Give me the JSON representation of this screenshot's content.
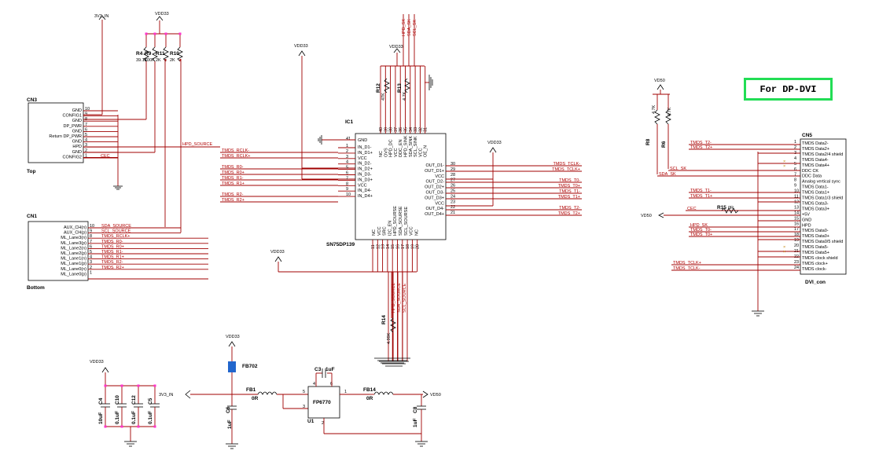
{
  "title_label": "For DP-DVI",
  "connectors": {
    "cn3": {
      "ref": "CN3",
      "side": "Top",
      "pins": [
        {
          "name": "GND",
          "num": "10"
        },
        {
          "name": "CONFIG1",
          "num": "9"
        },
        {
          "name": "GND",
          "num": "8"
        },
        {
          "name": "DP_PWR",
          "num": "7"
        },
        {
          "name": "GND",
          "num": "6"
        },
        {
          "name": "Return DP_PWR",
          "num": "5"
        },
        {
          "name": "GND",
          "num": "4"
        },
        {
          "name": "HPD",
          "num": "3"
        },
        {
          "name": "GND",
          "num": "2"
        },
        {
          "name": "CONFIG2",
          "num": "1"
        }
      ]
    },
    "cn1": {
      "ref": "CN1",
      "side": "Bottom",
      "pins": [
        {
          "name": "AUX_CH(n)",
          "num": "10"
        },
        {
          "name": "AUX_CH(p)",
          "num": "9"
        },
        {
          "name": "ML_Lane3(n)",
          "num": "8"
        },
        {
          "name": "ML_Lane3(p)",
          "num": "7"
        },
        {
          "name": "ML_Lane2(n)",
          "num": "6"
        },
        {
          "name": "ML_Lane2(p)",
          "num": "5"
        },
        {
          "name": "ML_Lane1(n)",
          "num": "4"
        },
        {
          "name": "ML_Lane1(p)",
          "num": "3"
        },
        {
          "name": "ML_Lane0(n)",
          "num": "2"
        },
        {
          "name": "ML_Lane0(p)",
          "num": "1"
        }
      ]
    },
    "cn5": {
      "ref": "CN5",
      "part": "DVI_con",
      "pins": [
        {
          "name": "TMDS Data2-",
          "num": "1"
        },
        {
          "name": "TMDS Data2+",
          "num": "2"
        },
        {
          "name": "TMDS Data2/4 shield",
          "num": "3"
        },
        {
          "name": "TMDS Data4-",
          "num": "4"
        },
        {
          "name": "TMDS Data4+",
          "num": "5"
        },
        {
          "name": "DDC CK",
          "num": "6"
        },
        {
          "name": "DDC Data",
          "num": "7"
        },
        {
          "name": "Analog vertical sync",
          "num": "8"
        },
        {
          "name": "TMDS Data1-",
          "num": "9"
        },
        {
          "name": "TMDS Data1+",
          "num": "10"
        },
        {
          "name": "TMDS Data1/3 shield",
          "num": "11"
        },
        {
          "name": "TMDS Data3-",
          "num": "12"
        },
        {
          "name": "TMDS Data3+",
          "num": "13"
        },
        {
          "name": "+5V",
          "num": "14"
        },
        {
          "name": "GND",
          "num": "15"
        },
        {
          "name": "HPD",
          "num": "16"
        },
        {
          "name": "TMDS Data0-",
          "num": "17"
        },
        {
          "name": "TMDS Data0+",
          "num": "18"
        },
        {
          "name": "TMDS Data0/5 shield",
          "num": "19"
        },
        {
          "name": "TMDS Data5-",
          "num": "20"
        },
        {
          "name": "TMDS Data5+",
          "num": "21"
        },
        {
          "name": "TMDS clock shield",
          "num": "22"
        },
        {
          "name": "TMDS clock+",
          "num": "23"
        },
        {
          "name": "TMDS clock-",
          "num": "24"
        }
      ]
    }
  },
  "ic1": {
    "ref": "IC1",
    "part": "SN75DP139",
    "left_pins": [
      {
        "name": "GND",
        "num": "41"
      },
      {
        "name": "IN_D1-",
        "num": "1"
      },
      {
        "name": "IN_D1+",
        "num": "2"
      },
      {
        "name": "VCC",
        "num": "3"
      },
      {
        "name": "IN_D2-",
        "num": "4"
      },
      {
        "name": "IN_D2+",
        "num": "5"
      },
      {
        "name": "IN_D3-",
        "num": "6"
      },
      {
        "name": "IN_D3+",
        "num": "7"
      },
      {
        "name": "VCC",
        "num": "8"
      },
      {
        "name": "IN_D4-",
        "num": "9"
      },
      {
        "name": "IN_D4+",
        "num": "10"
      }
    ],
    "right_pins": [
      {
        "name": "OUT_D1-",
        "num": "30"
      },
      {
        "name": "OUT_D1+",
        "num": "29"
      },
      {
        "name": "VCC",
        "num": "28"
      },
      {
        "name": "OUT_D2-",
        "num": "27"
      },
      {
        "name": "OUT_D2+",
        "num": "26"
      },
      {
        "name": "OUT_D3-",
        "num": "25"
      },
      {
        "name": "OUT_D3+",
        "num": "24"
      },
      {
        "name": "VCC",
        "num": "23"
      },
      {
        "name": "OUT_D4-",
        "num": "22"
      },
      {
        "name": "OUT_D4+",
        "num": "21"
      }
    ],
    "top_pins": [
      "NC",
      "OVS",
      "HPD_DC",
      "VCC",
      "DDC_EN",
      "HPD_SINK",
      "SDA_SINK",
      "SCL_SINK",
      "VCC",
      "OE_N"
    ],
    "top_nums": [
      "40",
      "39",
      "38",
      "37",
      "36",
      "35",
      "34",
      "33",
      "32",
      "31"
    ],
    "bottom_pins": [
      "NC",
      "VCC",
      "SRC",
      "I2C_EN",
      "HPD_SOURSE",
      "SDA_SOURSE",
      "SCL_SOURSE",
      "VCC",
      "NC"
    ],
    "bottom_nums": [
      "11",
      "12",
      "13",
      "14",
      "15",
      "16",
      "17",
      "18",
      "19",
      "20"
    ]
  },
  "nets": {
    "left": [
      "TMDS_RCLK-",
      "TMDS_RCLK+",
      "TMDS_R0-",
      "TMDS_R0+",
      "TMDS_R1-",
      "TMDS_R1+",
      "TMDS_R2-",
      "TMDS_R2+"
    ],
    "right": [
      "TMDS_TCLK-",
      "TMDS_TCLK+",
      "TMDS_T0-",
      "TMDS_T0+",
      "TMDS_T1-",
      "TMDS_T1+",
      "TMDS_T2-",
      "TMDS_T2+"
    ],
    "cn1": [
      "SDA_SOURCE",
      "SCL_SOURCE",
      "TMDS_RCLK+",
      "TMDS_R0-",
      "TMDS_R0+",
      "TMDS_R1-",
      "TMDS_R1+",
      "TMDS_R2-",
      "TMDS_R2+"
    ],
    "cn5_left": [
      "TMDS_T2-",
      "TMDS_T2+",
      "SCL_SK",
      "SDA_SK",
      "TMDS_T1-",
      "TMDS_T1+",
      "CEC",
      "HPD_SK",
      "TMDS_T0-",
      "TMDS_T0+",
      "TMDS_TCLK+",
      "TMDS_TCLK-"
    ],
    "top_bus": [
      "HPD_SK",
      "SDA_SK",
      "SCL_SK"
    ],
    "bottom_bus": [
      "HPD_SOURCE",
      "SDA_SOURCE",
      "SCL_SOURCE"
    ],
    "hpd_source": "HPD_SOURCE",
    "cec": "CEC"
  },
  "power": {
    "vdd33": "VDD33",
    "v3v3": "3V3_IN",
    "vd50": "VD50"
  },
  "resistors": {
    "r4": {
      "ref": "R4",
      "val": "39.1K"
    },
    "r9": {
      "ref": "R9",
      "val": "100K"
    },
    "r11": {
      "ref": "R11",
      "val": "2K"
    },
    "r10": {
      "ref": "R10",
      "val": "2K"
    },
    "r12": {
      "ref": "R12",
      "val": "47K"
    },
    "r13": {
      "ref": "R13",
      "val": "4.7K"
    },
    "r14": {
      "ref": "R14",
      "val": "4.99K"
    },
    "r8": {
      "ref": "R8",
      "val": "4.7K"
    },
    "r6": {
      "ref": "R6",
      "val": "4.7K"
    },
    "r15": {
      "ref": "R15",
      "val": "0R"
    }
  },
  "capacitors": [
    {
      "ref": "C4",
      "val": "10uF"
    },
    {
      "ref": "C10",
      "val": "0.1uF"
    },
    {
      "ref": "C12",
      "val": "0.1uF"
    },
    {
      "ref": "C5",
      "val": "0.1uF"
    },
    {
      "ref": "C6",
      "val": "1uF"
    },
    {
      "ref": "C3",
      "val": "1uF"
    },
    {
      "ref": "C8",
      "val": "1uF"
    }
  ],
  "power_section": {
    "fb702": "FB702",
    "fb1": {
      "ref": "FB1",
      "val": "0R"
    },
    "fb14": {
      "ref": "FB14",
      "val": "0R"
    },
    "u1": {
      "ref": "U1",
      "part": "FP6770"
    },
    "u1_pins": [
      "5",
      "3",
      "1",
      "2",
      "4",
      "6"
    ]
  }
}
